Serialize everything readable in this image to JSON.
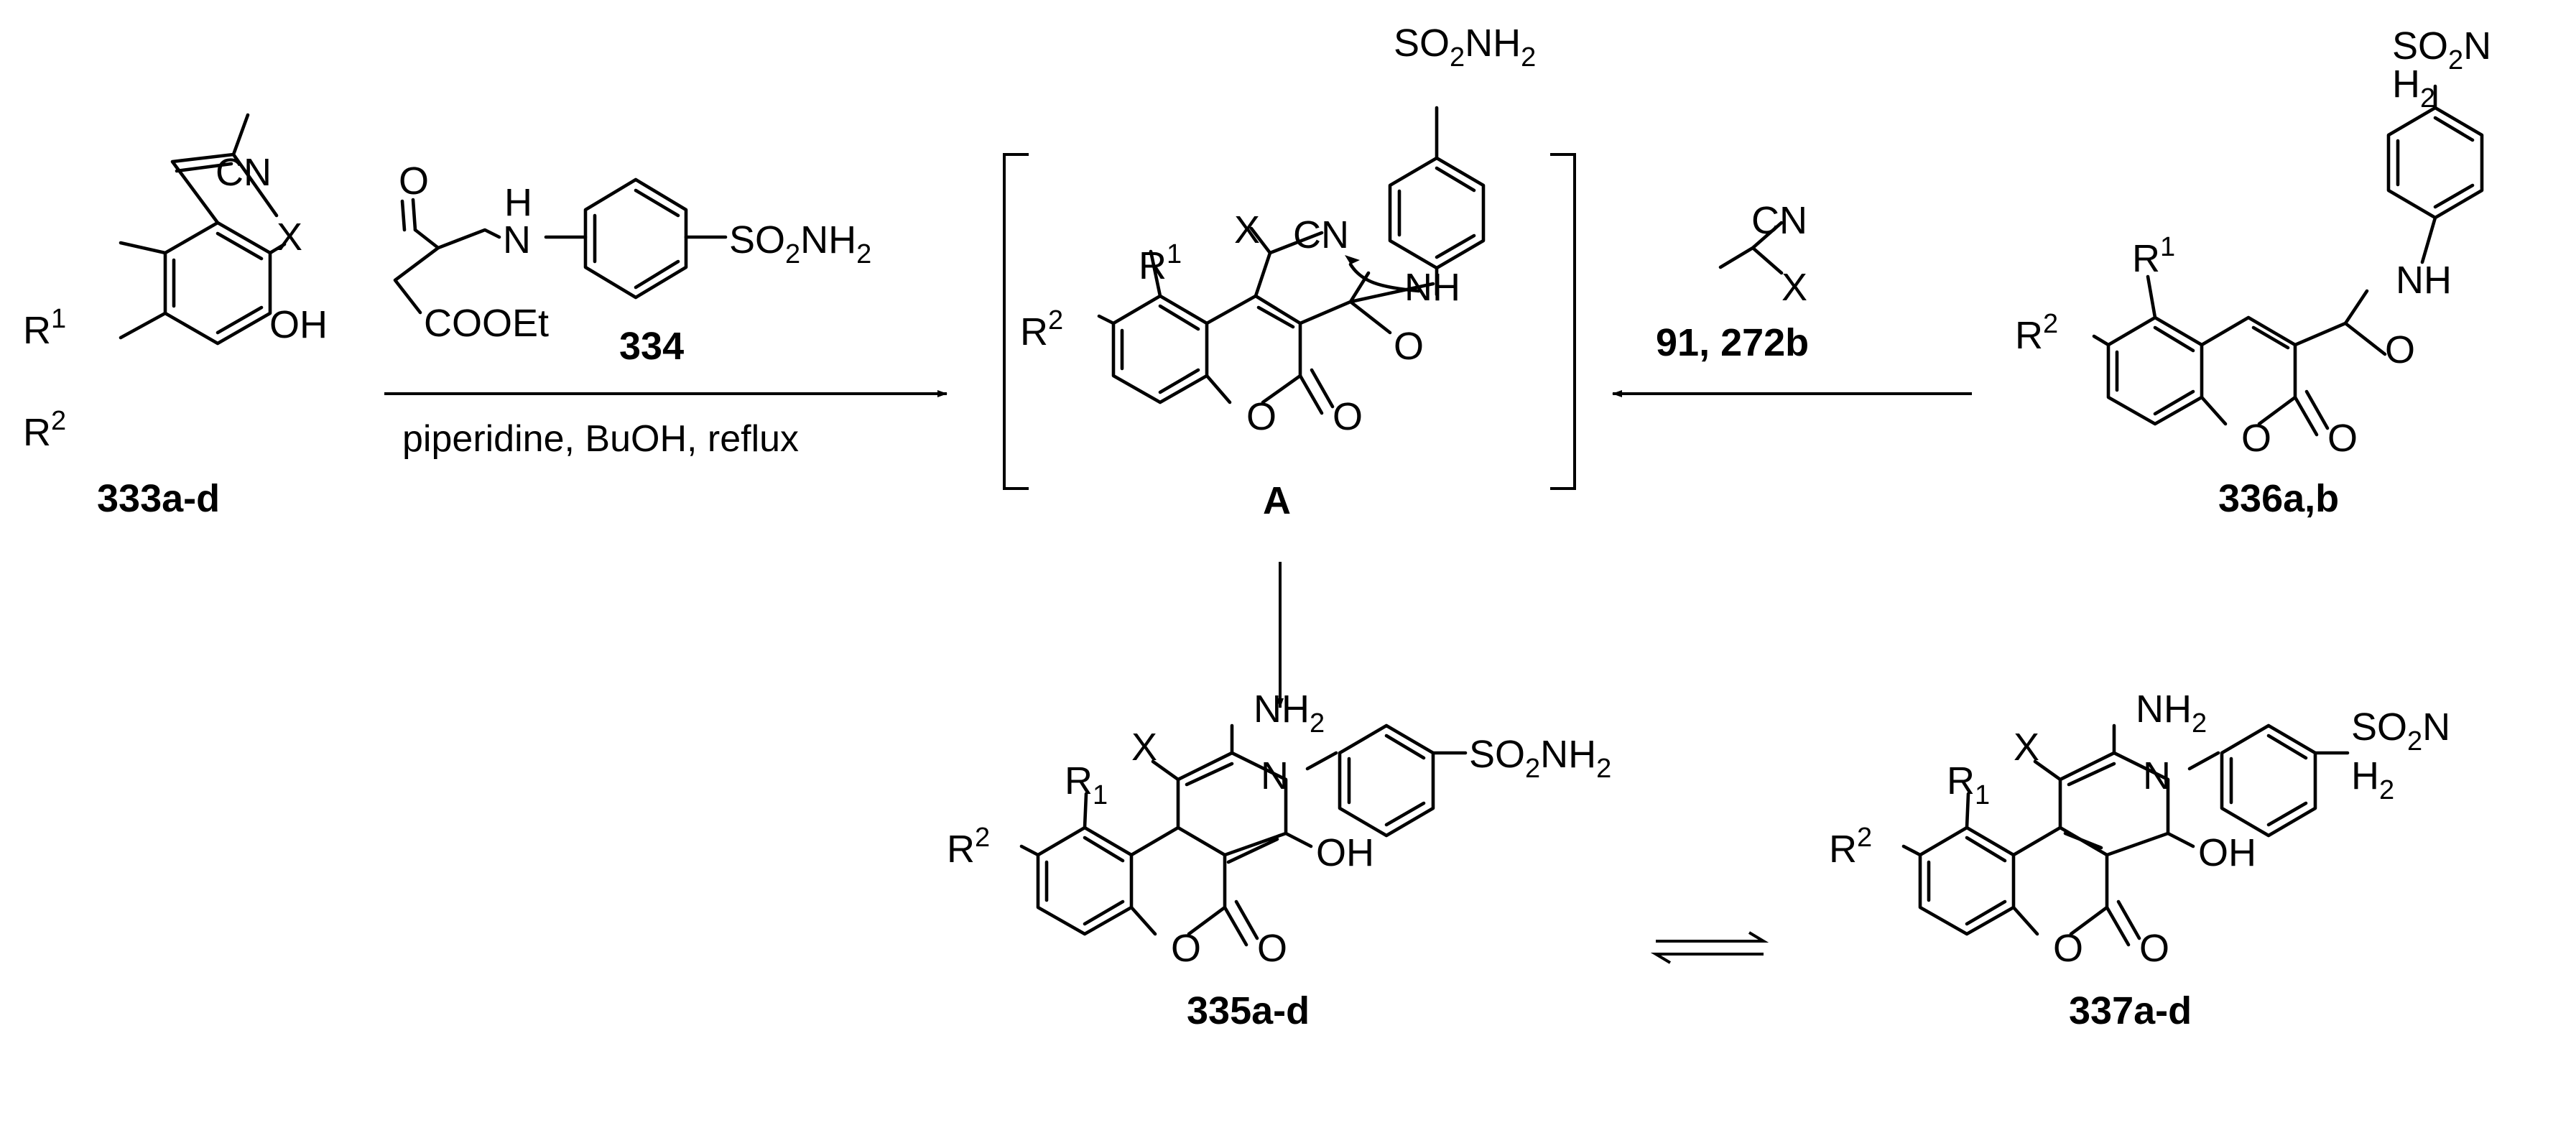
{
  "reactants": {
    "s333": {
      "label": "333a-d",
      "atoms": {
        "cn": "CN",
        "x": "X",
        "oh": "OH",
        "r1": "R",
        "r1_sup": "1",
        "r2": "R",
        "r2_sup": "2"
      }
    },
    "s334": {
      "label": "334",
      "atoms": {
        "o": "O",
        "h": "H",
        "n": "N",
        "so": "SO",
        "so_sub": "2",
        "nh": "NH",
        "nh_sub": "2",
        "cooet": "COOEt"
      }
    }
  },
  "conditions": {
    "left_arrow": "piperidine, BuOH, reflux",
    "right_arrow": "91, 272b"
  },
  "intermediate_A": {
    "label": "A",
    "atoms": {
      "so": "SO",
      "so_sub": "2",
      "nh2": "NH",
      "nh2_sub": "2",
      "x": "X",
      "cn": "CN",
      "nh": "NH",
      "o1": "O",
      "o2": "O",
      "o3": "O",
      "r1": "R",
      "r1_sup": "1",
      "r2": "R",
      "r2_sup": "2"
    }
  },
  "reagent_91": {
    "atoms": {
      "cn": "CN",
      "x": "X"
    }
  },
  "s336": {
    "label": "336a,b",
    "atoms": {
      "so2n": "SO",
      "so2n_sub": "2",
      "so2n_n": "N",
      "h2": "H",
      "h2_sub": "2",
      "nh": "NH",
      "o1": "O",
      "o2": "O",
      "o3": "O",
      "r1": "R",
      "r1_sup": "1",
      "r2": "R",
      "r2_sup": "2"
    }
  },
  "s335": {
    "label": "335a-d",
    "atoms": {
      "so2nh2": "SO",
      "so_sub": "2",
      "nh_tail": "NH",
      "nh_sub": "2",
      "nh2": "NH",
      "nh2_sub": "2",
      "x": "X",
      "n": "N",
      "oh": "OH",
      "o1": "O",
      "o2": "O",
      "r1": "R",
      "r1_sub": "1",
      "r2": "R",
      "r2_sup": "2"
    }
  },
  "s337": {
    "label": "337a-d",
    "atoms": {
      "so2n": "SO",
      "so_sub": "2",
      "so2n_n": "N",
      "h2": "H",
      "h2_sub": "2",
      "nh2": "NH",
      "nh2_sub": "2",
      "x": "X",
      "n": "N",
      "oh": "OH",
      "o1": "O",
      "o2": "O",
      "r1": "R",
      "r1_sub": "1",
      "r2": "R",
      "r2_sup": "2"
    }
  }
}
